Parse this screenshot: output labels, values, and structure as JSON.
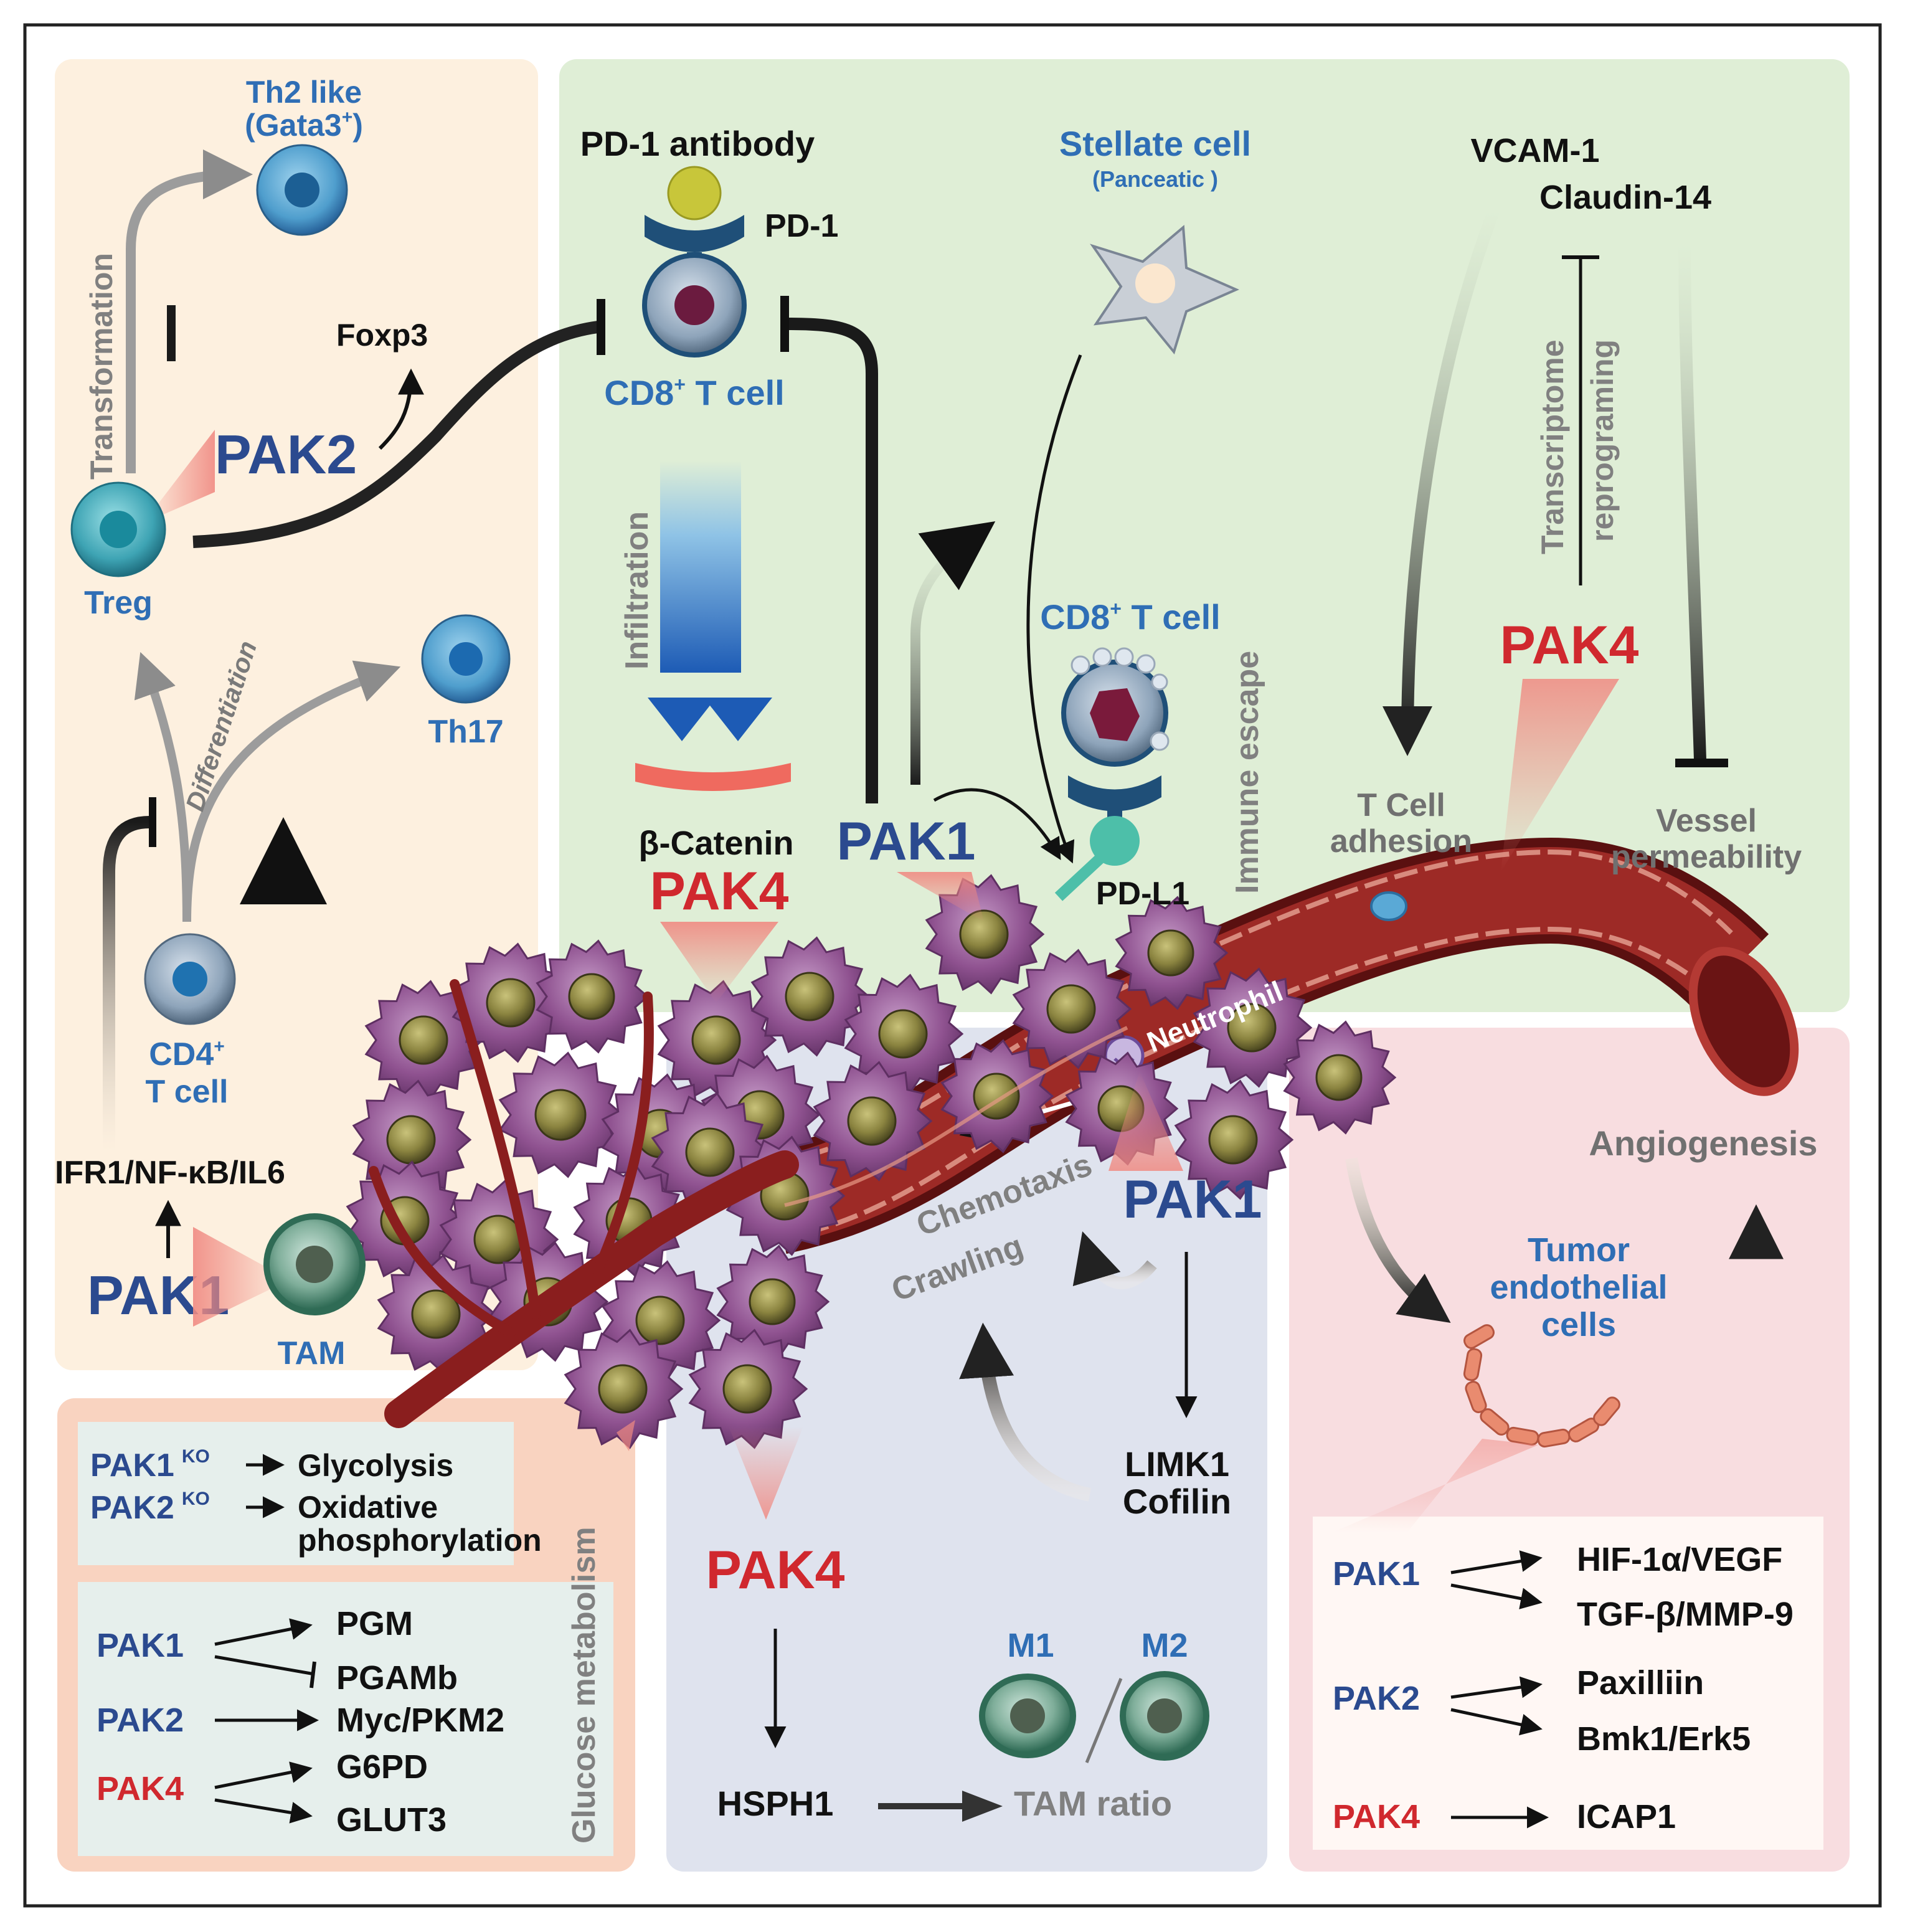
{
  "colors": {
    "blue_label": "#2f6eb5",
    "pak_blue": "#2b4a8f",
    "pak_red": "#d0282e",
    "gray_label": "#707070",
    "panel_orange": "#fdf0df",
    "panel_green": "#dfeed6",
    "panel_blue": "#dfe3ee",
    "panel_pink": "#f8dde0",
    "panel_mint": "#e6efec",
    "vessel": "#8a1e1e",
    "tumor": "#8c4e8e"
  },
  "treg_panel": {
    "th2_line1": "Th2 like",
    "th2_line2": "(Gata3",
    "th2_sup": "+",
    "th2_close": ")",
    "transformation": "Transformation",
    "foxp3": "Foxp3",
    "pak2": "PAK2",
    "treg": "Treg",
    "differentiation": "Differentiation",
    "th17": "Th17",
    "cd4_line1": "CD4",
    "cd4_sup": "+",
    "cd4_line2": "T cell",
    "ifr": "IFR1/NF-κB/IL6",
    "pak1": "PAK1",
    "tam": "TAM"
  },
  "immune_panel": {
    "pd1_antibody": "PD-1 antibody",
    "pd1": "PD-1",
    "cd8_a": "CD8",
    "cd8_sup": "+",
    "cd8_rest": " T cell",
    "infiltration": "Infiltration",
    "beta_catenin": "β-Catenin",
    "pak4": "PAK4",
    "pak1": "PAK1",
    "stellate": "Stellate cell",
    "panceatic": "(Panceatic )",
    "cd8_b": "CD8",
    "cd8_b_sup": "+",
    "cd8_b_rest": " T cell",
    "immune_escape": "Immune escape",
    "pdl1": "PD-L1",
    "neutrophil": "Neutrophil"
  },
  "vascular_panel": {
    "vcam": "VCAM-1",
    "claudin": "Claudin-14",
    "transcriptome": "Transcriptome",
    "reprograming": "reprograming",
    "pak4": "PAK4",
    "tcell_adhesion_1": "T Cell",
    "tcell_adhesion_2": "adhesion",
    "vessel_perm_1": "Vessel",
    "vessel_perm_2": "permeability"
  },
  "neutrophil_panel": {
    "chemotaxis": "Chemotaxis",
    "crawling": "Crawling",
    "pak1": "PAK1",
    "limk1": "LIMK1",
    "cofilin": "Cofilin",
    "pak4": "PAK4",
    "m1": "M1",
    "m2": "M2",
    "hsph1": "HSPH1",
    "tam_ratio": "TAM ratio"
  },
  "angio_panel": {
    "angiogenesis": "Angiogenesis",
    "tumor_endo_1": "Tumor",
    "tumor_endo_2": "endothelial",
    "tumor_endo_3": "cells",
    "rows": [
      {
        "pak": "PAK1",
        "targets": [
          "HIF-1α/VEGF",
          "TGF-β/MMP-9"
        ]
      },
      {
        "pak": "PAK2",
        "targets": [
          "Paxilliin",
          "Bmk1/Erk5"
        ]
      },
      {
        "pak": "PAK4",
        "targets": [
          "ICAP1"
        ]
      }
    ]
  },
  "glucose_panel": {
    "title": "Glucose metabolism",
    "ko": "KO",
    "ko_rows": [
      {
        "pak": "PAK1",
        "target": "Glycolysis"
      },
      {
        "pak": "PAK2",
        "target": "Oxidative",
        "target2": "phosphorylation"
      }
    ],
    "rows": [
      {
        "pak": "PAK1",
        "targets": [
          "PGM",
          "PGAMb"
        ]
      },
      {
        "pak": "PAK2",
        "targets": [
          "Myc/PKM2"
        ]
      },
      {
        "pak": "PAK4",
        "targets": [
          "G6PD",
          "GLUT3"
        ]
      }
    ]
  }
}
